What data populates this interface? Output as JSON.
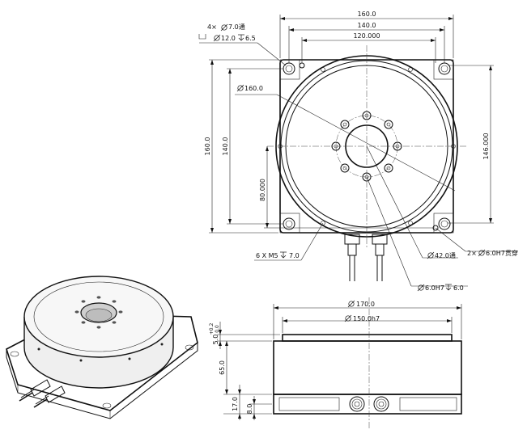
{
  "top_view": {
    "overall_width": "160.0",
    "hole_spacing_x": "140.0",
    "pcd_120": "120.000",
    "overall_height": "160.0",
    "hole_spacing_y": "140.0",
    "dim_146": "146.000",
    "dim_80": "80.000",
    "outer_diameter": "160.0",
    "corner_hole_callout_1": "4×",
    "corner_hole_callout_2": "7.0通",
    "counterbore_callout": "12.0",
    "counterbore_depth": "6.5",
    "thread_callout": "6 X M5",
    "thread_depth": "7.0",
    "bore_callout": "42.0通",
    "pin_hole_callout": "6.0H7",
    "pin_hole_depth": "6.0",
    "through_pin_callout": "2×",
    "through_pin_text": "6.0H7贯穿"
  },
  "side_view": {
    "flange_diameter": "170.0",
    "pilot_diameter": "150.0h7",
    "pilot_height": "5.0",
    "pilot_tol_upper": "+0.2",
    "pilot_tol_lower": "0.0",
    "body_height": "65.0",
    "base_height": "17.0",
    "base_step": "8.0"
  },
  "icons": {
    "diameter": "diameter-symbol",
    "depth": "depth-symbol",
    "counterbore": "counterbore-symbol"
  }
}
